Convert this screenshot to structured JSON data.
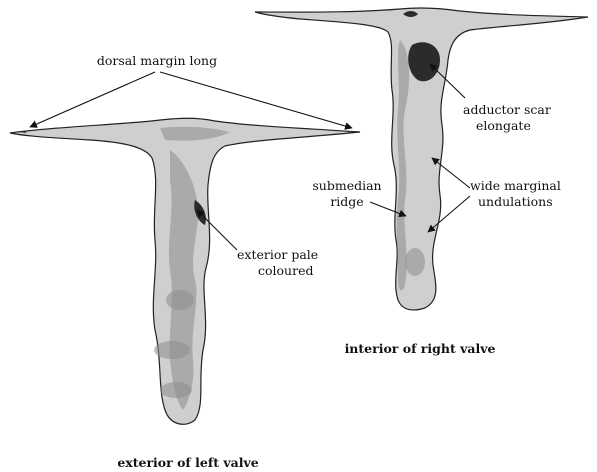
{
  "labels": {
    "dorsal_margin": "dorsal margin long",
    "adductor_line1": "adductor scar",
    "adductor_line2": "elongate",
    "submedian_line1": "submedian",
    "submedian_line2": "ridge",
    "undulations_line1": "wide marginal",
    "undulations_line2": "undulations",
    "exterior_line1": "exterior pale",
    "exterior_line2": "coloured"
  },
  "captions": {
    "right": "interior of right valve",
    "left": "exterior of left valve"
  },
  "colors": {
    "ink": "#111111",
    "shell_fill": "#cfcfcf",
    "shade": "#8d8d8d"
  }
}
